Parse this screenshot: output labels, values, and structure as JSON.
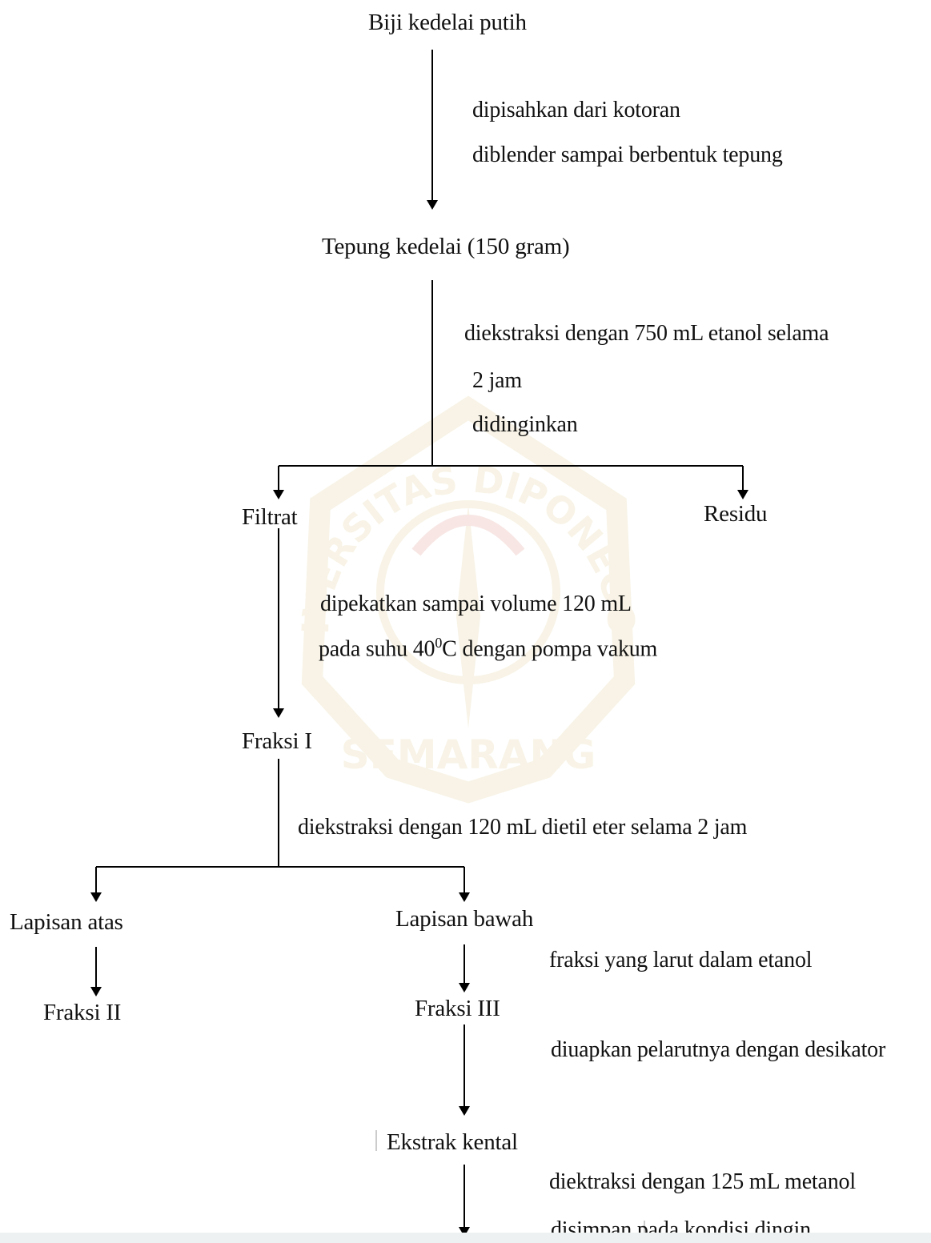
{
  "nodes": {
    "biji": "Biji kedelai putih",
    "tepung": "Tepung kedelai (150 gram)",
    "filtrat": "Filtrat",
    "residu": "Residu",
    "fraksi1": "Fraksi  I",
    "lapisan_atas": "Lapisan atas",
    "lapisan_bawah": "Lapisan bawah",
    "fraksi2": "Fraksi II",
    "fraksi3": "Fraksi III",
    "ekstrak": "Ekstrak kental"
  },
  "steps": {
    "s1_a": "dipisahkan dari kotoran",
    "s1_b": "diblender sampai berbentuk tepung",
    "s2_a": "diekstraksi dengan 750 mL etanol selama",
    "s2_b": "2 jam",
    "s2_c": "didinginkan",
    "s3_a": "dipekatkan sampai volume 120 mL",
    "s3_b_pre": "pada suhu 40",
    "s3_b_sup": "0",
    "s3_b_post": "C  dengan pompa vakum",
    "s4": "diekstraksi dengan 120 mL dietil eter selama 2 jam",
    "s5": "fraksi yang larut dalam etanol",
    "s6": "diuapkan pelarutnya dengan desikator",
    "s7_a": "diektraksi dengan 125 mL metanol",
    "s7_b": "disimpan pada kondisi dingin"
  },
  "watermark": {
    "top_text": "UNIVERSITAS DIPONEGORO",
    "bottom_text": "SEMARANG"
  }
}
